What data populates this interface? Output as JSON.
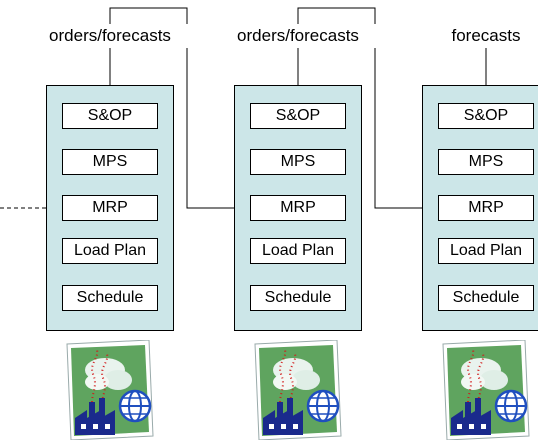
{
  "columns": [
    {
      "header": "orders/forecasts",
      "steps": [
        "S&OP",
        "MPS",
        "MRP",
        "Load Plan",
        "Schedule"
      ]
    },
    {
      "header": "orders/forecasts",
      "steps": [
        "S&OP",
        "MPS",
        "MRP",
        "Load Plan",
        "Schedule"
      ]
    },
    {
      "header": "forecasts",
      "steps": [
        "S&OP",
        "MPS",
        "MRP",
        "Load Plan",
        "Schedule"
      ]
    }
  ],
  "colors": {
    "panel": "#cce6e8",
    "box": "#ffffff",
    "line": "#000000",
    "factory_building": "#1a2a8c",
    "factory_background": "#5fa45f",
    "globe": "#1f4fbf",
    "smoke_dots": "#d11a1a"
  },
  "icons": [
    "factory-globe-icon"
  ]
}
